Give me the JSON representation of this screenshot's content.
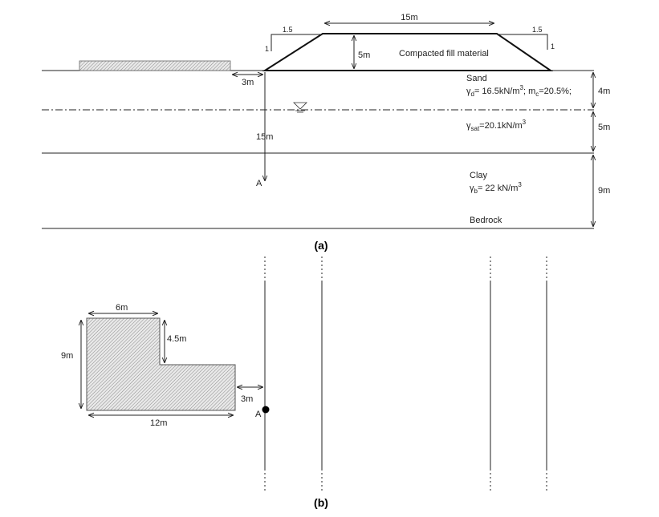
{
  "part_a": {
    "caption": "(a)",
    "dims": {
      "crest_width": "15m",
      "height": "5m",
      "offset": "3m",
      "depth_to_A": "15m",
      "slope_h_left": "1.5",
      "slope_v_left": "1",
      "slope_h_right": "1.5",
      "slope_v_right": "1"
    },
    "fill_label": "Compacted fill material",
    "point_label": "A",
    "layers": {
      "sand": {
        "name": "Sand",
        "gamma_d_symbol": "γ",
        "gamma_d_sub": "d",
        "gamma_d_value": "= 16.5kN/m",
        "gamma_d_exp": "3",
        "mc_prefix": "; m",
        "mc_sub": "c",
        "mc_value": "=20.5%;",
        "thickness": "4m"
      },
      "sat": {
        "gamma_symbol": "γ",
        "gamma_sub": "sat",
        "gamma_value": "=20.1kN/m",
        "gamma_exp": "3",
        "thickness": "5m"
      },
      "clay": {
        "name": "Clay",
        "gamma_symbol": "γ",
        "gamma_sub": "b",
        "gamma_value": "= 22 kN/m",
        "gamma_exp": "3",
        "thickness": "9m"
      },
      "bedrock": {
        "name": "Bedrock"
      }
    }
  },
  "part_b": {
    "caption": "(b)",
    "dims": {
      "top_width": "6m",
      "notch_depth": "4.5m",
      "height": "9m",
      "bottom_width": "12m",
      "offset": "3m"
    },
    "point_label": "A"
  },
  "colors": {
    "line": "#222222",
    "hatch": "#999999"
  }
}
